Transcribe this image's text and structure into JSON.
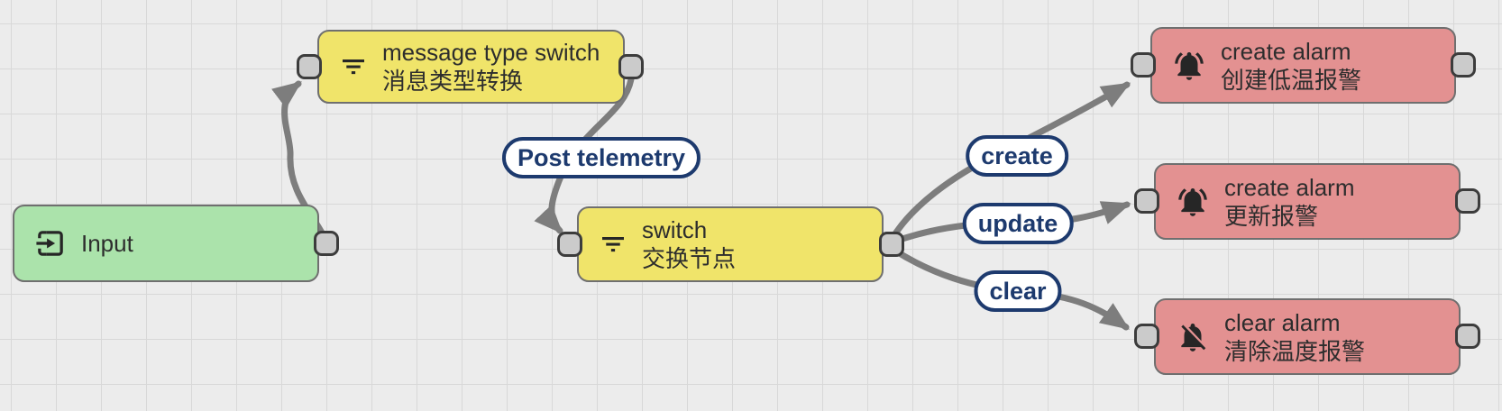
{
  "diagram": {
    "background_color": "#ececec",
    "grid_color": "#d8d8d8",
    "edge_color": "#7d7d7d",
    "label_color": "#1d3a6e",
    "connector_fill": "#cbcbcb",
    "connector_border": "#3c3c3c",
    "node_border": "#6f6f6f",
    "text_color": "#2d2d2d"
  },
  "nodes": [
    {
      "name": "Input",
      "name_cn": "",
      "color": "#abe3ab",
      "icon": "input-arrow-icon"
    },
    {
      "name": "message type switch",
      "name_cn": "消息类型转换",
      "color": "#f0e46a",
      "icon": "filter-icon"
    },
    {
      "name": "switch",
      "name_cn": "交换节点",
      "color": "#f0e46a",
      "icon": "filter-icon"
    },
    {
      "name": "create alarm",
      "name_cn": "创建低温报警",
      "color": "#e39191",
      "icon": "bell-ring-icon"
    },
    {
      "name": "create alarm",
      "name_cn": "更新报警",
      "color": "#e39191",
      "icon": "bell-ring-icon"
    },
    {
      "name": "clear alarm",
      "name_cn": "清除温度报警",
      "color": "#e39191",
      "icon": "bell-off-icon"
    }
  ],
  "edge_labels": {
    "post_telemetry": "Post telemetry",
    "create": "create",
    "update": "update",
    "clear": "clear"
  }
}
